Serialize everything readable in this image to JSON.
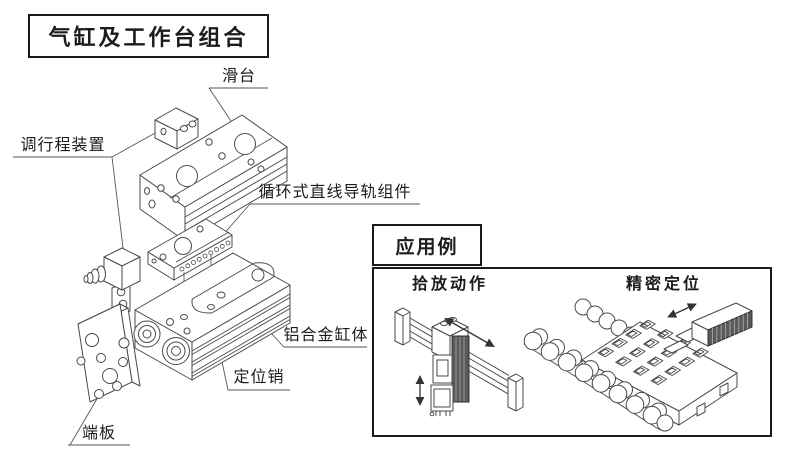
{
  "title": "气缸及工作台组合",
  "exploded_view": {
    "part_labels": {
      "slide_table": "滑台",
      "stroke_adjuster": "调行程装置",
      "linear_guide": "循环式直线导轨组件",
      "cylinder_body": "铝合金缸体",
      "locating_pin": "定位销",
      "end_plate": "端板"
    }
  },
  "applications": {
    "box_title": "应用例",
    "examples": [
      {
        "id": "pick-and-place",
        "label": "拾放动作",
        "motion_arrows": [
          "horizontal-slide-arrow",
          "vertical-slide-arrow"
        ]
      },
      {
        "id": "precision-positioning",
        "label": "精密定位",
        "motion_arrows": [
          "horizontal-slide-arrow"
        ]
      }
    ]
  },
  "colors": {
    "background": "#ffffff",
    "line": "#4a4a4a",
    "text": "#1c1c1c",
    "box_border": "#1a1a1a",
    "dark_fill": "#5a5a5a"
  }
}
